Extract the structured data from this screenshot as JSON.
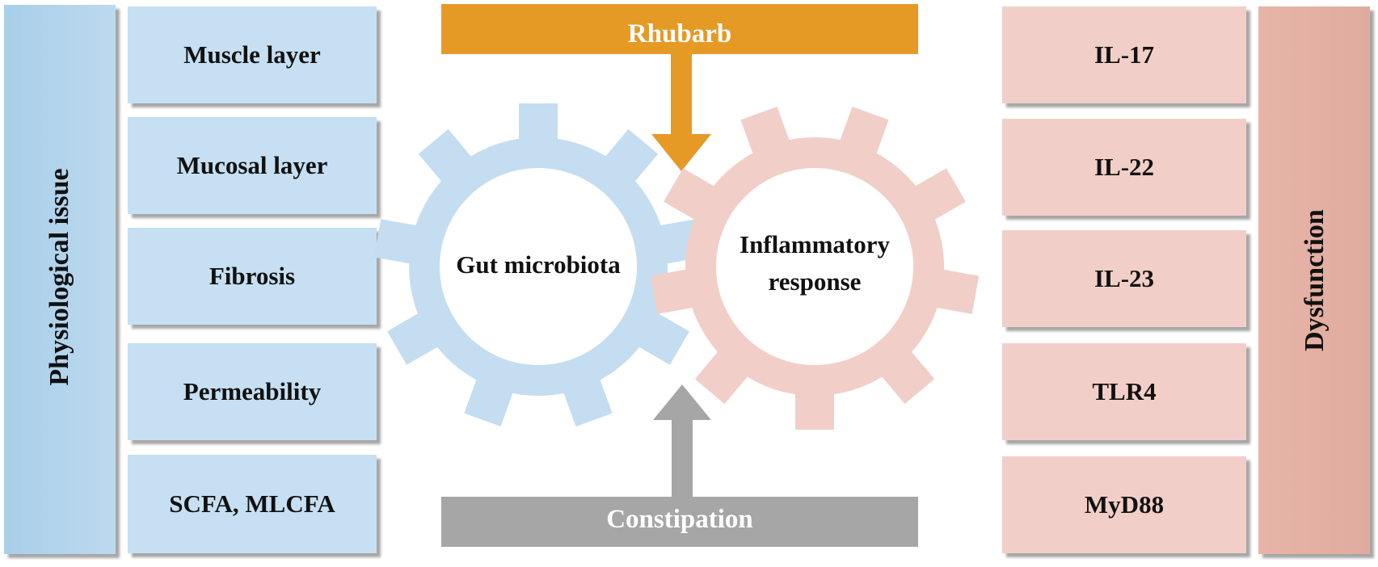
{
  "left_panel": {
    "title": "Physiological issue",
    "items": [
      "Muscle layer",
      "Mucosal layer",
      "Fibrosis",
      "Permeability",
      "SCFA, MLCFA"
    ]
  },
  "right_panel": {
    "title": "Dysfunction",
    "items": [
      "IL-17",
      "IL-22",
      "IL-23",
      "TLR4",
      "MyD88"
    ]
  },
  "top_banner": {
    "label": "Rhubarb",
    "color": "#e59a26"
  },
  "bottom_banner": {
    "label": "Constipation",
    "color": "#a6a6a6"
  },
  "gears": [
    {
      "label": "Gut microbiota",
      "color": "#c5ddf0"
    },
    {
      "label_line1": "Inflammatory",
      "label_line2": "response",
      "color": "#f1cfc8"
    }
  ]
}
